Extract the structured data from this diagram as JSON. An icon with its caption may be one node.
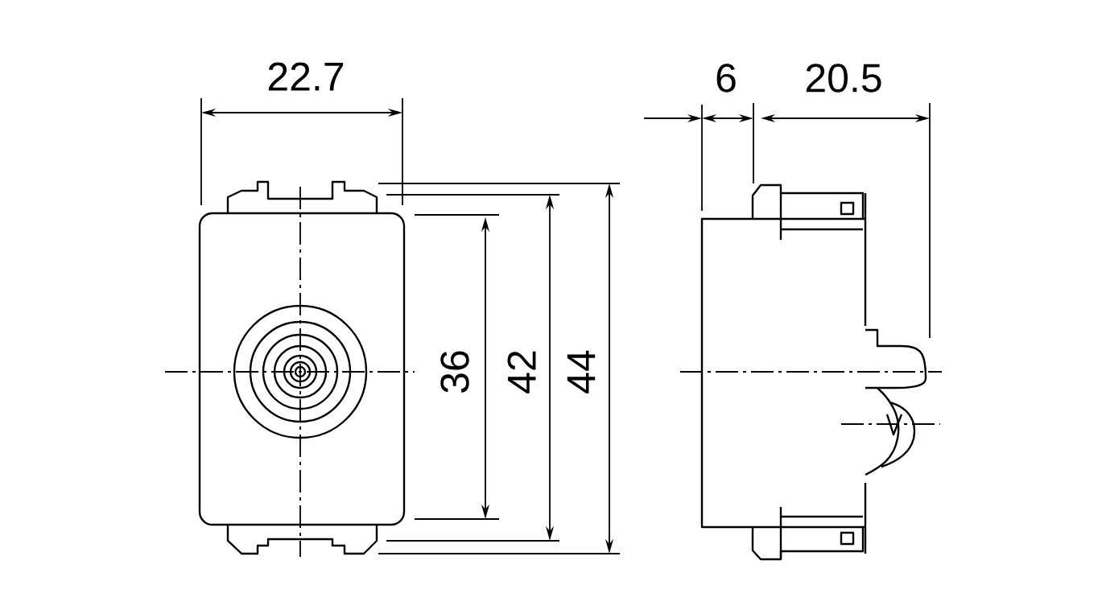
{
  "diagram": {
    "labels": [
      "22.7",
      "6",
      "20.5",
      "36",
      "42",
      "44"
    ]
  }
}
